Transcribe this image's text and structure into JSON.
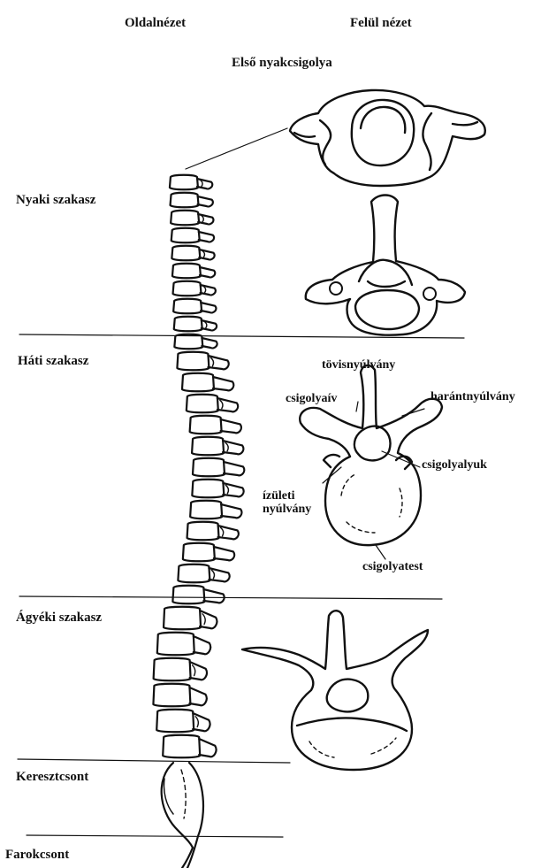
{
  "headers": {
    "side_view": "Oldalnézet",
    "top_view": "Felül nézet"
  },
  "vertebra_titles": {
    "first_cervical": "Első nyakcsigolya"
  },
  "sections": {
    "cervical": "Nyaki szakasz",
    "thoracic": "Háti szakasz",
    "lumbar": "Ágyéki szakasz",
    "sacrum": "Keresztcsont",
    "coccyx": "Farokcsont"
  },
  "parts": {
    "spinous_process": "tövisnyúlvány",
    "vertebral_arch": "csigolyaív",
    "transverse_process": "harántnyúlvány",
    "vertebral_foramen": "csigolyalyuk",
    "articular_process_line1": "ízületi",
    "articular_process_line2": "nyúlvány",
    "vertebral_body": "csigolyatest"
  },
  "colors": {
    "ink": "#111111",
    "background": "#ffffff"
  }
}
